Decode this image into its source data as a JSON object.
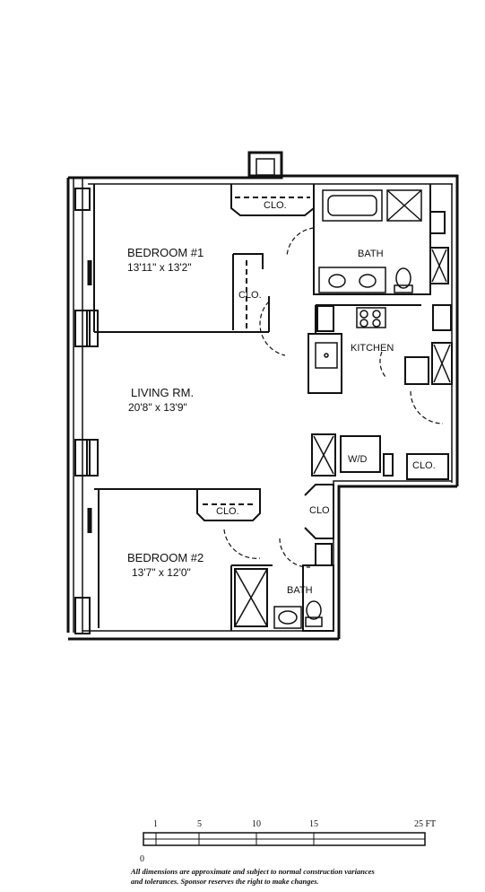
{
  "rooms": {
    "bedroom1": {
      "name": "BEDROOM #1",
      "dims": "13'11\" x 13'2\""
    },
    "bedroom2": {
      "name": "BEDROOM #2",
      "dims": "13'7\" x 12'0\""
    },
    "living": {
      "name": "LIVING RM.",
      "dims": "20'8\" x 13'9\""
    },
    "kitchen": {
      "name": "KITCHEN"
    },
    "bath1": {
      "name": "BATH"
    },
    "bath2": {
      "name": "BATH"
    },
    "wd": {
      "name": "W/D"
    },
    "closets": {
      "clo_top": "CLO.",
      "clo_bed1": "CLO.",
      "clo_bed2": "CLO.",
      "clo_hall": "CLO",
      "clo_entry": "CLO."
    }
  },
  "scale": {
    "ticks": [
      "0",
      "1",
      "5",
      "10",
      "15",
      "25 FT"
    ]
  },
  "disclaimer": {
    "line1": "All dimensions are approximate and subject to normal construction variances",
    "line2": "and tolerances. Sponsor reserves the right to make changes."
  }
}
